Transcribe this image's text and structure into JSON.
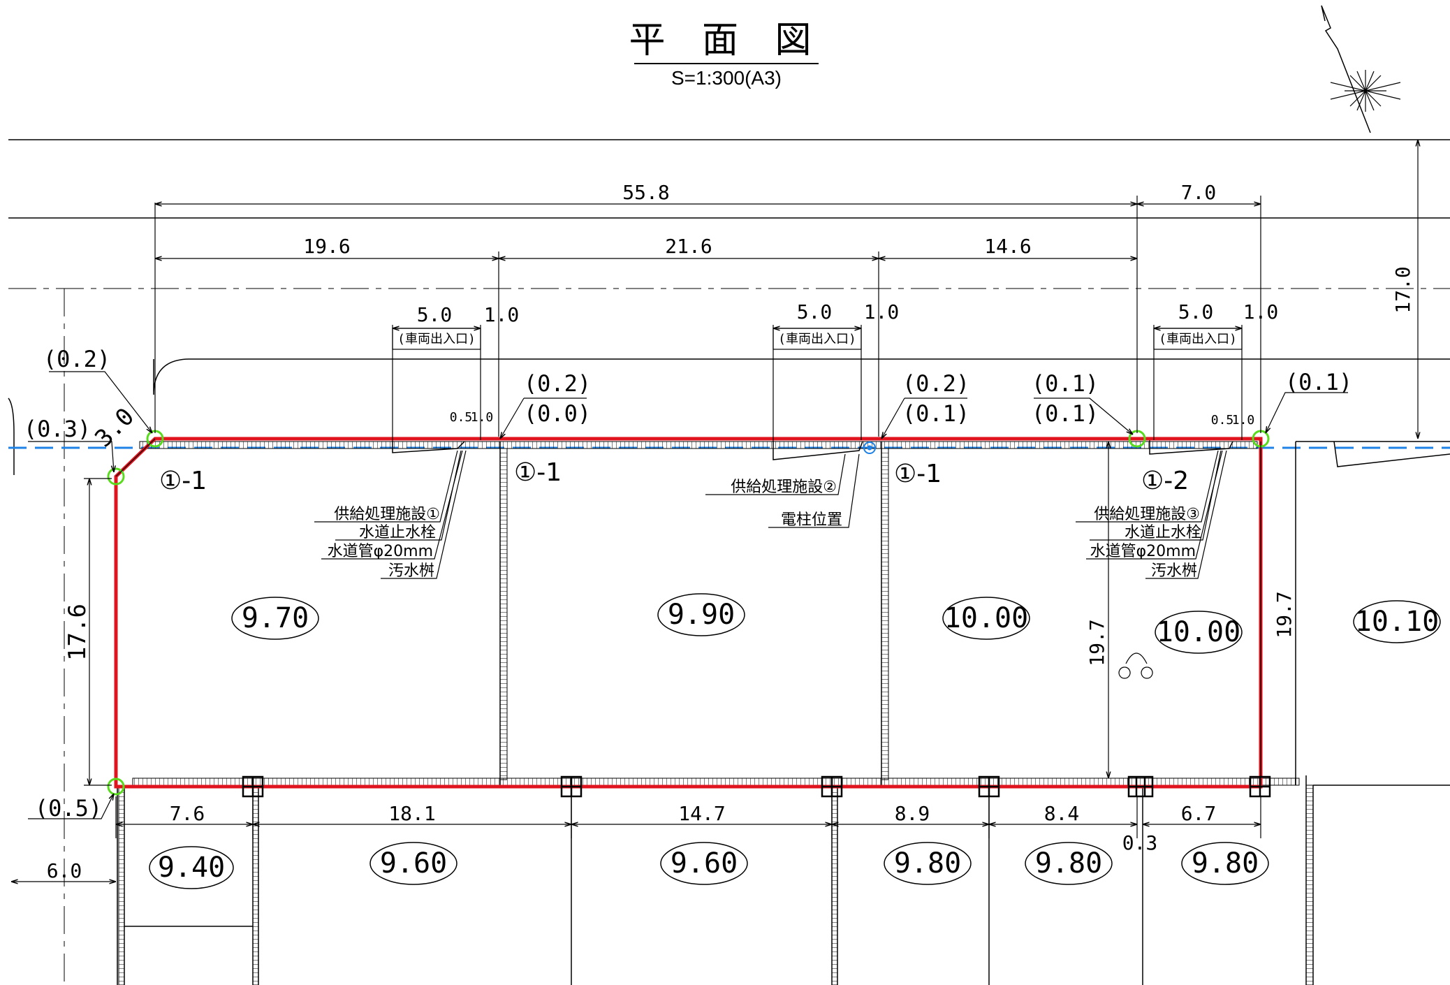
{
  "title": "平 面 図",
  "scale": "S=1:300(A3)",
  "dims": {
    "total_top": "55.8",
    "right_top": "7.0",
    "seg1": "19.6",
    "seg2": "21.6",
    "seg3": "14.6",
    "right_vert": "17.0",
    "entry_w": "5.0",
    "entry_gap": "1.0",
    "entry_label": "(車両出入口)",
    "small_a": "0.5",
    "small_b": "1.0",
    "left_vert": "17.6",
    "corner": "3.0",
    "left_width": "6.0",
    "inner_vert": "19.7",
    "bot1": "7.6",
    "bot2": "18.1",
    "bot3": "14.7",
    "bot4": "8.9",
    "bot5": "8.4",
    "bot6": "6.7",
    "bot_small": "0.3"
  },
  "offsets": {
    "o1": "(0.2)",
    "o2": "(0.3)",
    "o3a": "(0.2)",
    "o3b": "(0.0)",
    "o4a": "(0.2)",
    "o4b": "(0.1)",
    "o5a": "(0.1)",
    "o5b": "(0.1)",
    "o6": "(0.1)",
    "o7": "(0.5)"
  },
  "lot_ids": {
    "a": "①-1",
    "b": "①-1",
    "c": "①-1",
    "d": "①-2"
  },
  "labels": {
    "facility1": "供給処理施設①",
    "facility2": "供給処理施設②",
    "facility3": "供給処理施設③",
    "stopcock": "水道止水栓",
    "pipe": "水道管φ20mm",
    "sewer": "汚水桝",
    "pole": "電柱位置"
  },
  "elevations": {
    "e1": "9.70",
    "e2": "9.90",
    "e3": "10.00",
    "e4": "10.00",
    "e5": "10.10",
    "b1": "9.40",
    "b2": "9.60",
    "b3": "9.60",
    "b4": "9.80",
    "b5": "9.80",
    "b6": "9.80"
  },
  "colors": {
    "boundary": "#e0141e",
    "road_line": "#1e82e6",
    "marker": "#5adc1e",
    "line": "#000000"
  },
  "icons": [
    "north-arrow-icon",
    "boundary-marker-icon",
    "pole-marker-icon"
  ]
}
